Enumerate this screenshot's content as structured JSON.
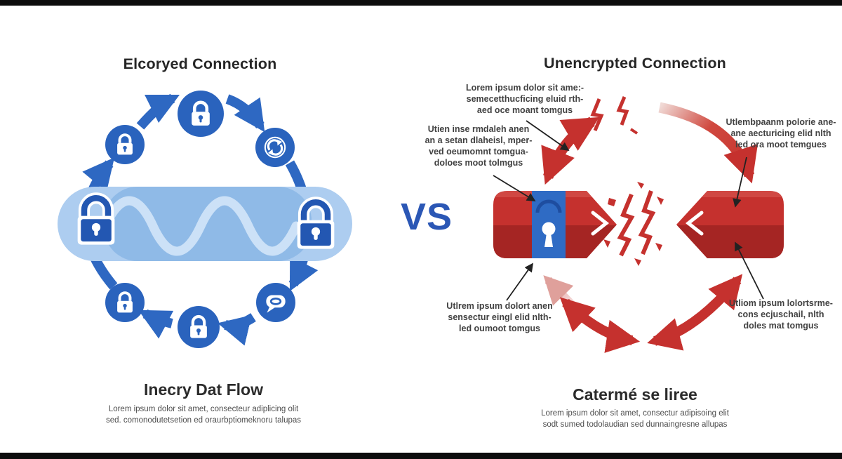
{
  "left_panel": {
    "title": "Elcoryed Connection",
    "diagram": {
      "type": "encrypted-cycle",
      "node_icons": [
        "lock-icon",
        "lock-icon",
        "sync-icon",
        "chat-icon",
        "lock-icon",
        "lock-icon"
      ],
      "pill_icons": [
        "lock-icon",
        "lock-icon"
      ]
    },
    "caption": {
      "title": "Inecry Dat Flow",
      "lines": [
        "Lorem ipsum dolor sit amet, consecteur adiplicing olit",
        "sed. comonodutetsetion ed oraurbptiomeknoru talupas"
      ]
    }
  },
  "vs_label": "VS",
  "right_panel": {
    "title": "Unencrypted Connection",
    "annotations": {
      "top": {
        "lines": [
          "Lorem ipsum dolor sit ame:-",
          "semecetthucficing eluid rth-",
          "aed oce moant tomgus"
        ]
      },
      "left": {
        "lines": [
          "Utien inse rmdaleh anen",
          "an a setan dlaheisl, mper-",
          "ved oeumomnt tomgua-",
          "doloes moot tolmgus"
        ]
      },
      "top_right": {
        "lines": [
          "Utlembpaanm polorie ane-",
          "ane aecturicing elid nlth",
          "led ora moot temgues"
        ]
      },
      "bottom_left": {
        "lines": [
          "Utlrem ipsum dolort anen",
          "sensectur eingl elid nlth-",
          "led oumoot tomgus"
        ]
      },
      "bottom_right": {
        "lines": [
          "Utliom ipsum lolortsrme-",
          "cons ecjuschail, nlth",
          "doles mat tomgus"
        ]
      }
    },
    "caption": {
      "title": "Catermé se liree",
      "lines": [
        "Lorem ipsum dolor sit amet, consectur adipisoing elit",
        "sodt sumed todolaudian sed dunnaingresne allupas"
      ]
    }
  },
  "colors": {
    "blue_primary": "#2a63bd",
    "blue_pill": "#adcdf0",
    "blue_pill_inner": "#8fbae7",
    "vs_blue": "#2b57b5",
    "red_primary": "#c5312e",
    "red_dark": "#a52523",
    "band_blue": "#2f6bc4",
    "title_ink": "#262626"
  }
}
